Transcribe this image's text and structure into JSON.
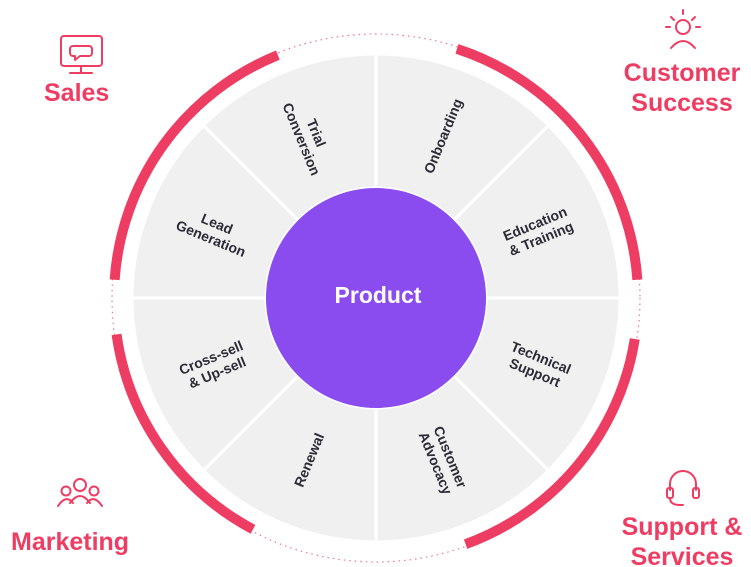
{
  "center": {
    "label": "Product"
  },
  "segments": [
    {
      "id": "onboarding",
      "lines": [
        "Onboarding"
      ]
    },
    {
      "id": "education-training",
      "lines": [
        "Education",
        "& Training"
      ]
    },
    {
      "id": "technical-support",
      "lines": [
        "Technical",
        "Support"
      ]
    },
    {
      "id": "customer-advocacy",
      "lines": [
        "Customer",
        "Advocacy"
      ]
    },
    {
      "id": "renewal",
      "lines": [
        "Renewal"
      ]
    },
    {
      "id": "cross-sell-up-sell",
      "lines": [
        "Cross-sell",
        "& Up-sell"
      ]
    },
    {
      "id": "lead-generation",
      "lines": [
        "Lead",
        "Generation"
      ]
    },
    {
      "id": "trial-conversion",
      "lines": [
        "Trial",
        "Conversion"
      ]
    }
  ],
  "teams": {
    "sales": {
      "label": "Sales",
      "icon": "chat-monitor-icon"
    },
    "customer_success": {
      "line1": "Customer",
      "line2": "Success",
      "icon": "lightbulb-person-icon"
    },
    "marketing": {
      "label": "Marketing",
      "icon": "team-people-icon"
    },
    "support": {
      "line1": "Support &",
      "line2": "Services",
      "icon": "headset-icon"
    }
  },
  "colors": {
    "accent": "#ee3d63",
    "center": "#8a4bef",
    "segment_fill": "#f0f0f0",
    "segment_line": "#ffffff",
    "text": "#2b2b36"
  }
}
